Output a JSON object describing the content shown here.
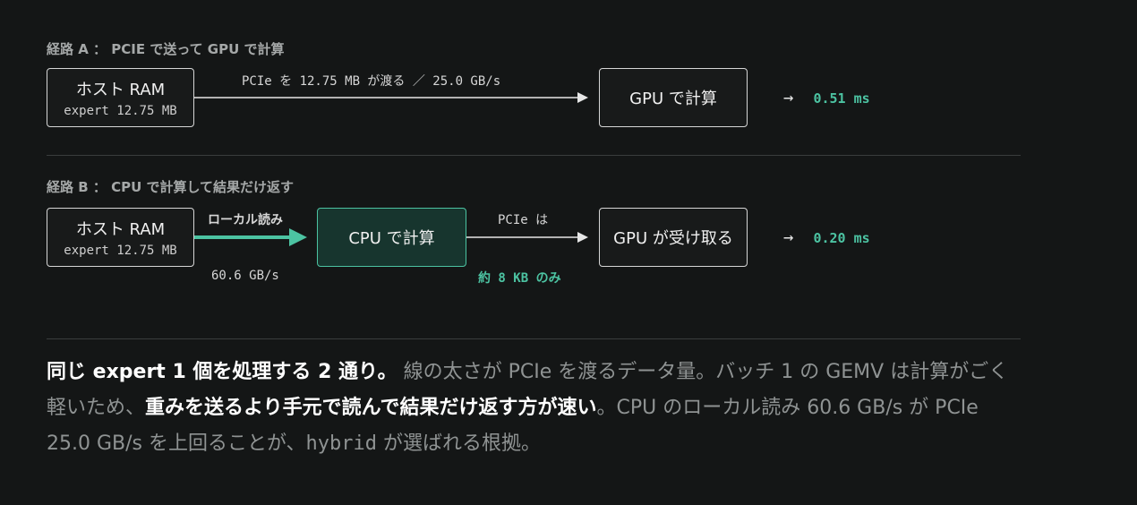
{
  "route_a": {
    "label": "経路 A ： PCIE で送って GPU で計算",
    "host_title": "ホスト RAM",
    "host_sub": "expert 12.75 MB",
    "link_label": "PCIe を 12.75 MB が渡る ／ 25.0 GB/s",
    "gpu_box": "GPU で計算",
    "result_arrow": "→",
    "result_value": "0.51 ms"
  },
  "route_b": {
    "label": "経路 B ： CPU で計算して結果だけ返す",
    "host_title": "ホスト RAM",
    "host_sub": "expert 12.75 MB",
    "local_label": "ローカル読み",
    "local_speed": "60.6 GB/s",
    "cpu_box": "CPU で計算",
    "pcie_label": "PCIe は",
    "pcie_size": "約 8 KB のみ",
    "gpu_box": "GPU が受け取る",
    "result_arrow": "→",
    "result_value": "0.20 ms"
  },
  "paragraph": {
    "s1": "同じ expert 1 個を処理する 2 通り。",
    "s2": " 線の太さが PCIe を渡るデータ量。バッチ 1 の GEMV は計算がごく軽いため、",
    "s3": "重みを送るより手元で読んで結果だけ返す方が速い",
    "s4": "。CPU のローカル読み 60.6 GB/s が PCIe 25.0 GB/s を上回ることが、",
    "s5": "hybrid",
    "s6": " が選ばれる根拠。"
  },
  "colors": {
    "accent_green": "#4cc3a2",
    "background": "#141616",
    "box_border": "#d6d6d6"
  }
}
